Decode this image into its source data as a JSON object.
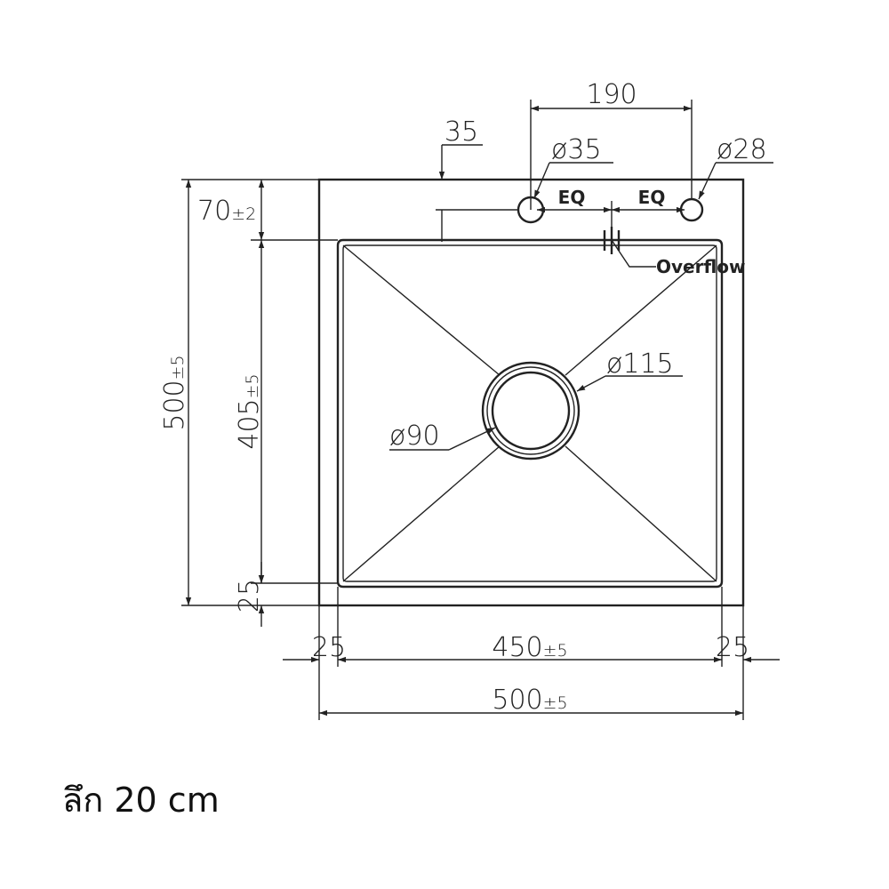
{
  "dimensions": {
    "top_spacing": "190",
    "tap_offset": "35",
    "tap_hole": "ø35",
    "soap_hole": "ø28",
    "eq_left": "EQ",
    "eq_right": "EQ",
    "overflow": "Overflow",
    "back_ledge": "70",
    "back_ledge_tol": "±2",
    "outer_depth": "500",
    "outer_depth_tol": "±5",
    "inner_depth": "405",
    "inner_depth_tol": "±5",
    "front_ledge": "25",
    "drain_outer": "ø115",
    "drain_inner": "ø90",
    "left_margin": "25",
    "inner_width": "450",
    "inner_width_tol": "±5",
    "right_margin": "25",
    "outer_width": "500",
    "outer_width_tol": "±5"
  },
  "note": "ลึก 20 cm"
}
